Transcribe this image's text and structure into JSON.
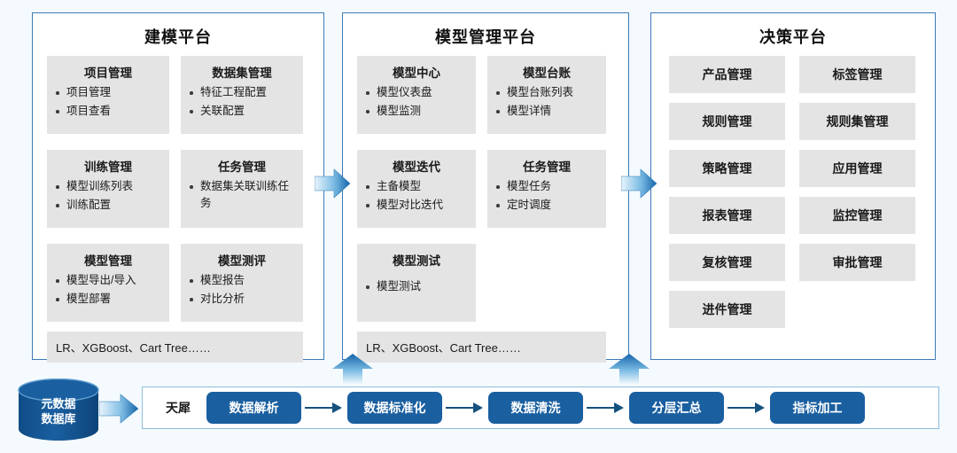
{
  "theme": {
    "page_bg": "#f4fafd",
    "panel_border": "#3d7ab8",
    "card_bg": "#e4e4e4",
    "accent_dark": "#1a5fa0",
    "accent_light": "#cfe7f7",
    "pipe_border": "#8fbcdc"
  },
  "panels": [
    {
      "title": "建模平台",
      "cards": [
        {
          "title": "项目管理",
          "items": [
            "项目管理",
            "项目查看"
          ]
        },
        {
          "title": "数据集管理",
          "items": [
            "特征工程配置",
            "关联配置"
          ]
        },
        {
          "title": "训练管理",
          "items": [
            "模型训练列表",
            "训练配置"
          ]
        },
        {
          "title": "任务管理",
          "items": [
            "数据集关联训练任务"
          ]
        },
        {
          "title": "模型管理",
          "items": [
            "模型导出/导入",
            "模型部署"
          ]
        },
        {
          "title": "模型测评",
          "items": [
            "模型报告",
            "对比分析"
          ]
        }
      ],
      "footer": "LR、XGBoost、Cart Tree……"
    },
    {
      "title": "模型管理平台",
      "cards": [
        {
          "title": "模型中心",
          "items": [
            "模型仪表盘",
            "模型监测"
          ]
        },
        {
          "title": "模型台账",
          "items": [
            "模型台账列表",
            "模型详情"
          ]
        },
        {
          "title": "模型迭代",
          "items": [
            "主备模型",
            "模型对比迭代"
          ]
        },
        {
          "title": "任务管理",
          "items": [
            "模型任务",
            "定时调度"
          ]
        },
        {
          "title": "模型测试",
          "items": [
            "模型测试"
          ]
        }
      ],
      "footer": "LR、XGBoost、Cart Tree……"
    },
    {
      "title": "决策平台",
      "tiles": [
        "产品管理",
        "标签管理",
        "规则管理",
        "规则集管理",
        "策略管理",
        "应用管理",
        "报表管理",
        "监控管理",
        "复核管理",
        "审批管理",
        "进件管理"
      ]
    }
  ],
  "pipeline": {
    "database_label": "元数据\n数据库",
    "database_line1": "元数据",
    "database_line2": "数据库",
    "box_label": "天犀",
    "steps": [
      "数据解析",
      "数据标准化",
      "数据清洗",
      "分层汇总",
      "指标加工"
    ]
  },
  "icons": {
    "arrow_right": "arrow-right-icon",
    "arrow_up": "arrow-up-icon",
    "database": "database-cylinder-icon"
  }
}
